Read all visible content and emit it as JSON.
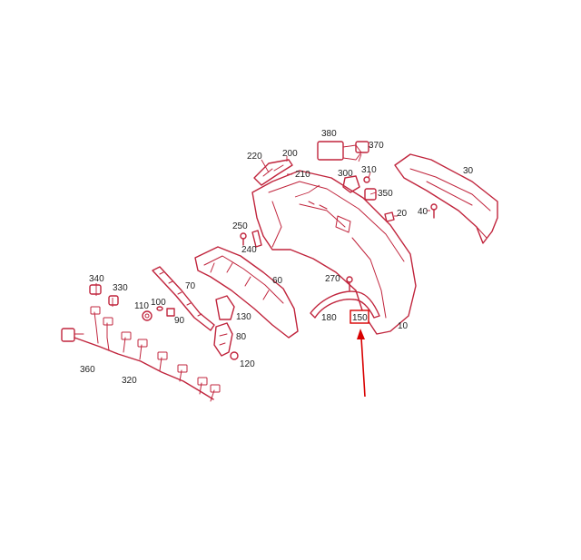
{
  "diagram": {
    "line_color": "#c0243c",
    "highlight_color": "#d80000",
    "highlighted_part": "150",
    "labels": {
      "p10": "10",
      "p20": "20",
      "p30": "30",
      "p40": "40",
      "p60": "60",
      "p70": "70",
      "p80": "80",
      "p90": "90",
      "p100": "100",
      "p110": "110",
      "p120": "120",
      "p130": "130",
      "p150": "150",
      "p180": "180",
      "p200": "200",
      "p210": "210",
      "p220": "220",
      "p240": "240",
      "p250": "250",
      "p270": "270",
      "p300": "300",
      "p310": "310",
      "p320": "320",
      "p330": "330",
      "p340": "340",
      "p350": "350",
      "p360": "360",
      "p370": "370",
      "p380": "380"
    }
  }
}
